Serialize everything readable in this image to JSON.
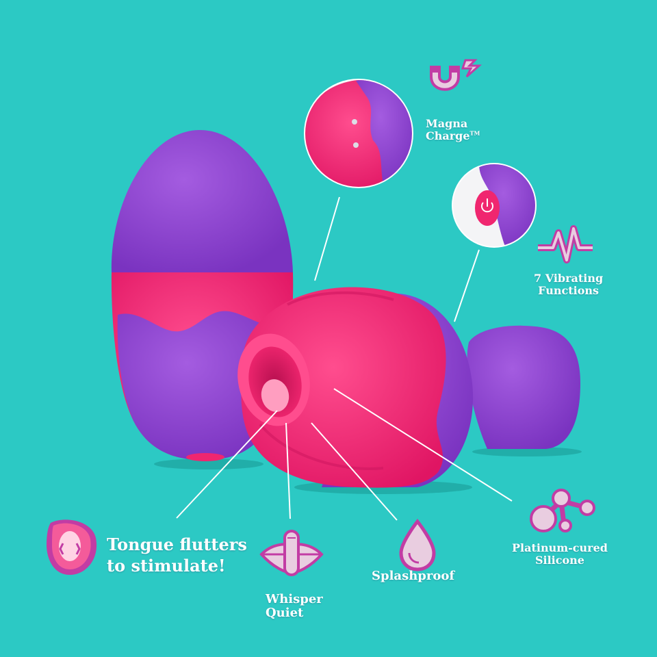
{
  "features": {
    "magna_charge": {
      "line1": "Magna",
      "line2": "Charge",
      "tm": "TM"
    },
    "vibrating": {
      "line1": "7 Vibrating",
      "line2": "Functions"
    },
    "tongue": {
      "line1": "Tongue flutters",
      "line2": "to stimulate!"
    },
    "whisper": {
      "line1": "Whisper",
      "line2": "Quiet"
    },
    "splashproof": {
      "line1": "Splashproof"
    },
    "silicone": {
      "line1": "Platinum-cured",
      "line2": "Silicone"
    }
  },
  "icons": {
    "magnet": "magnet-icon",
    "pulse": "pulse-wave-icon",
    "tongue": "tongue-mouth-icon",
    "whisper": "whisper-quiet-icon",
    "drop": "water-drop-icon",
    "molecule": "molecule-icon",
    "power": "power-button-icon"
  },
  "colors": {
    "background": "#2cc9c4",
    "purple": "#8a3fcf",
    "pink": "#f0266f",
    "icon_fill": "#e9cde0",
    "icon_outline": "#c23ca4"
  }
}
